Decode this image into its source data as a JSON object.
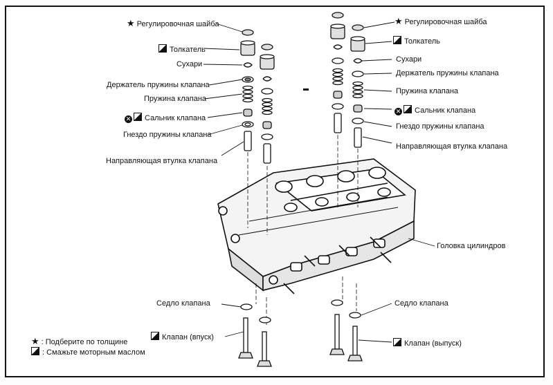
{
  "labels_left": {
    "shim": "Регулировочная шайба",
    "lifter": "Толкатель",
    "keepers": "Сухари",
    "retainer": "Держатель пружины клапана",
    "spring": "Пружина клапана",
    "seal": "Сальник клапана",
    "seat": "Гнездо пружины клапана",
    "guide": "Направляющая втулка клапана"
  },
  "labels_right": {
    "shim": "Регулировочная шайба",
    "lifter": "Толкатель",
    "keepers": "Сухари",
    "retainer": "Держатель пружины клапана",
    "spring": "Пружина клапана",
    "seal": "Сальник клапана",
    "seat": "Гнездо пружины клапана",
    "guide": "Направляющая втулка клапана",
    "head": "Головка цилиндров"
  },
  "bottom": {
    "seat_left": "Седло клапана",
    "seat_right": "Седло клапана",
    "valve_in": "Клапан (впуск)",
    "valve_out": "Клапан (выпуск)"
  },
  "legend": {
    "star": "★",
    "star_text": ": Подберите по толщине",
    "oil_text": ": Смажьте моторным маслом"
  },
  "symbols": {
    "star": "★",
    "no": "✕"
  }
}
